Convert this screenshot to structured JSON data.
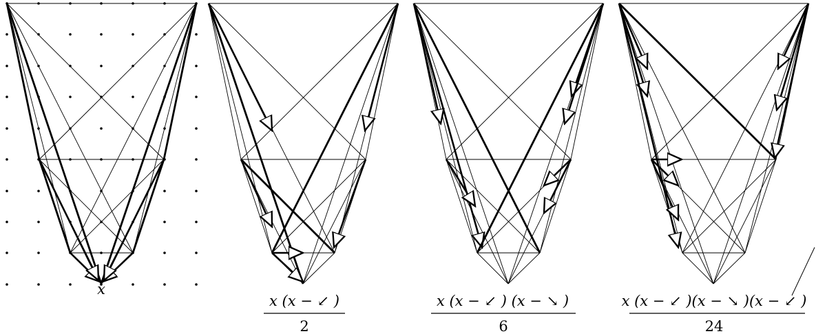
{
  "diagram": {
    "panels": [
      {
        "id": "panel-1",
        "dot_grid": true,
        "caption": {
          "numerator": "x",
          "denominator": ""
        }
      },
      {
        "id": "panel-2",
        "dot_grid": false,
        "caption": {
          "numerator": "x (x − ↙ )",
          "denominator": "2"
        }
      },
      {
        "id": "panel-3",
        "dot_grid": false,
        "caption": {
          "numerator": "x (x − ↙ ) (x − ↘ )",
          "denominator": "6"
        }
      },
      {
        "id": "panel-4",
        "dot_grid": false,
        "caption": {
          "numerator": "x (x − ↙ )(x − ↘ )(x − ↙ )",
          "denominator": "24"
        }
      }
    ]
  }
}
